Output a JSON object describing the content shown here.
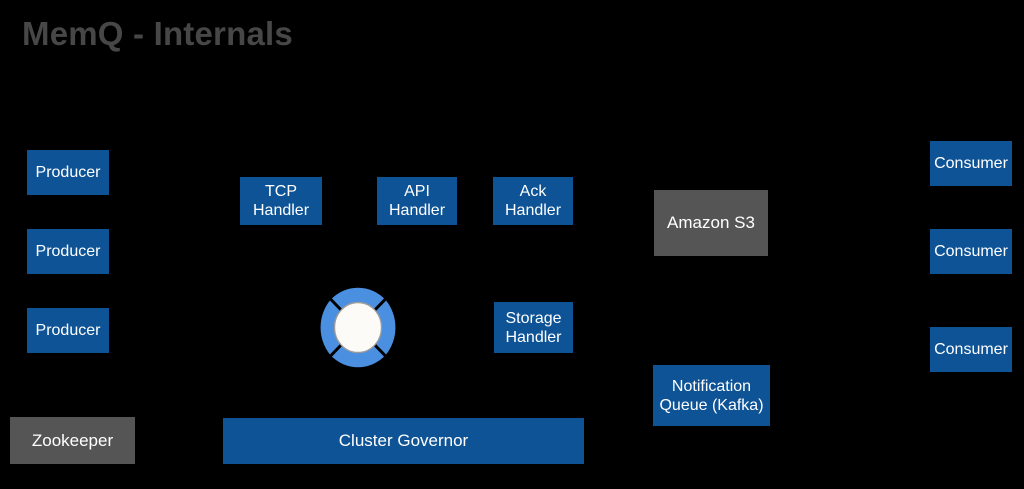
{
  "slide": {
    "title": "MemQ - Internals",
    "background_color": "#000000",
    "title_color": "#474747",
    "accent_blue": "#0D5395",
    "accent_light_blue": "#4A8FE0",
    "accent_gray": "#555555",
    "node_text_color": "#FFFFFF"
  },
  "producers": [
    {
      "label": "Producer"
    },
    {
      "label": "Producer"
    },
    {
      "label": "Producer"
    }
  ],
  "consumers": [
    {
      "label": "Consumer"
    },
    {
      "label": "Consumer"
    },
    {
      "label": "Consumer"
    }
  ],
  "handlers": [
    {
      "label": "TCP\nHandler"
    },
    {
      "label": "API\nHandler"
    },
    {
      "label": "Ack\nHandler"
    },
    {
      "label": "Storage\nHandler"
    }
  ],
  "storage": {
    "label": "Amazon S3"
  },
  "notification_queue": {
    "label": "Notification\nQueue (Kafka)"
  },
  "coordination": {
    "zookeeper_label": "Zookeeper",
    "cluster_governor_label": "Cluster Governor"
  },
  "broker_ring": {
    "name": "broker-ring",
    "segments": 4,
    "ring_color": "#4A8FE0",
    "hub_color": "#FCFBF7"
  }
}
